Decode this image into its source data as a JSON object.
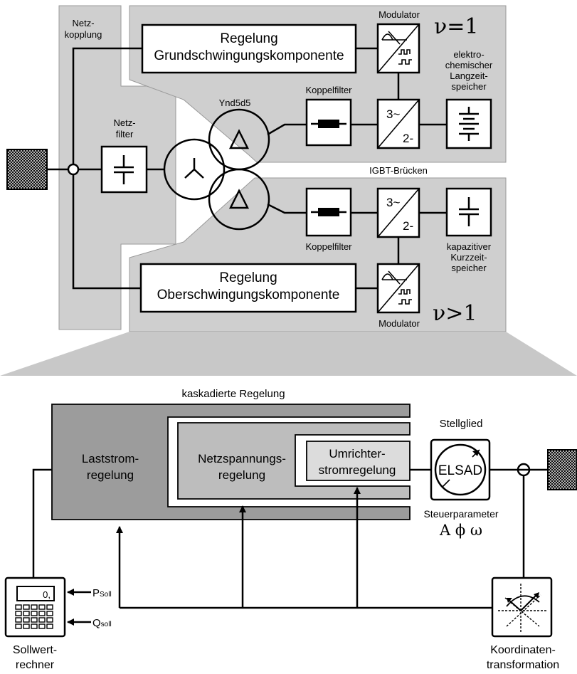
{
  "top": {
    "netzkopplung": [
      "Netz-",
      "kopplung"
    ],
    "netzfilter": [
      "Netz-",
      "filter"
    ],
    "transformer": "Ynd5d5",
    "regelung_grund": [
      "Regelung",
      "Grundschwingungskomponente"
    ],
    "regelung_ober": [
      "Regelung",
      "Oberschwingungskomponente"
    ],
    "modulator_top": "Modulator",
    "modulator_bottom": "Modulator",
    "nu_top": "ν=1",
    "nu_bottom": "ν>1",
    "koppelfilter_top": "Koppelfilter",
    "koppelfilter_bottom": "Koppelfilter",
    "igbt": "IGBT-Brücken",
    "conv_ac": "3~",
    "conv_dc": "2-",
    "speicher_lang": [
      "elektro-",
      "chemischer",
      "Langzeit-",
      "speicher"
    ],
    "speicher_kurz": [
      "kapazitiver",
      "Kurzzeit-",
      "speicher"
    ]
  },
  "bottom": {
    "kaskadiert": "kaskadierte Regelung",
    "laststrom": [
      "Laststrom-",
      "regelung"
    ],
    "netzspannung": [
      "Netzspannungs-",
      "regelung"
    ],
    "umrichter": [
      "Umrichter-",
      "stromregelung"
    ],
    "stellglied": "Stellglied",
    "elsad": "ELSAD",
    "steuerparameter": "Steuerparameter",
    "params": "A  ϕ  ω",
    "p_soll": "P",
    "p_sub": "Soll",
    "q_soll": "Q",
    "q_sub": "soll",
    "sollwert": [
      "Sollwert-",
      "rechner"
    ],
    "koordinaten": [
      "Koordinaten-",
      "transformation"
    ],
    "display_value": "0,"
  },
  "colors": {
    "panel": "#cfcfcf",
    "dark": "#9c9c9c",
    "mid": "#bdbdbd",
    "light": "#dcdcdc",
    "spread": "#c8c8c8"
  }
}
